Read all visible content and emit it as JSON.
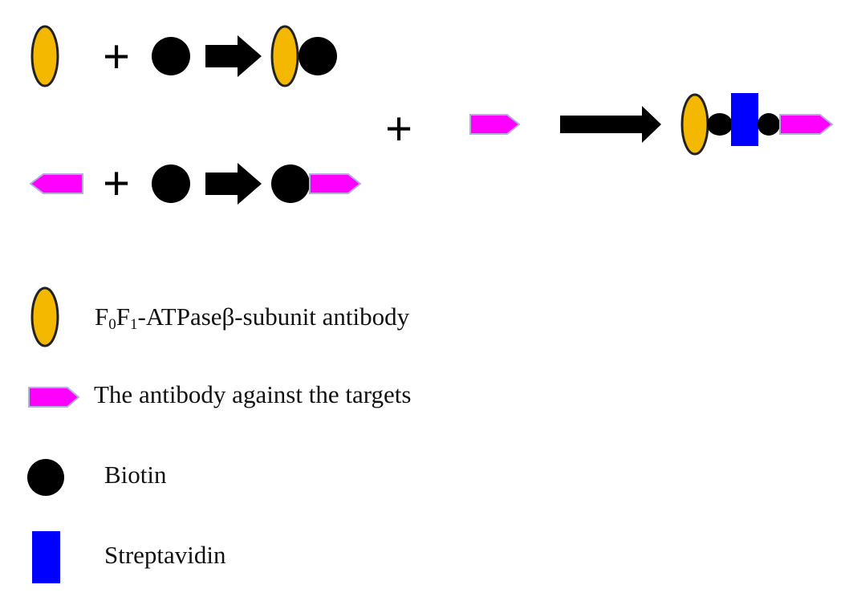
{
  "colors": {
    "antibody_fill": "#F5B800",
    "antibody_stroke": "#222222",
    "target_antibody_fill": "#FF00FF",
    "target_antibody_stroke": "#B0B0D8",
    "biotin": "#000000",
    "streptavidin": "#0000FF",
    "arrow": "#000000"
  },
  "diagram": {
    "plus_symbol": "+"
  },
  "legend": {
    "items": [
      {
        "icon": "yellow-ellipse-icon",
        "label_main": "F",
        "label_sub1": "0",
        "label_mid": "F",
        "label_sub2": "1",
        "label_rest": "-ATPaseβ-subunit antibody"
      },
      {
        "icon": "magenta-arrow-tag-icon",
        "label": "The antibody against the targets"
      },
      {
        "icon": "black-circle-icon",
        "label": "Biotin"
      },
      {
        "icon": "blue-rectangle-icon",
        "label": "Streptavidin"
      }
    ]
  }
}
